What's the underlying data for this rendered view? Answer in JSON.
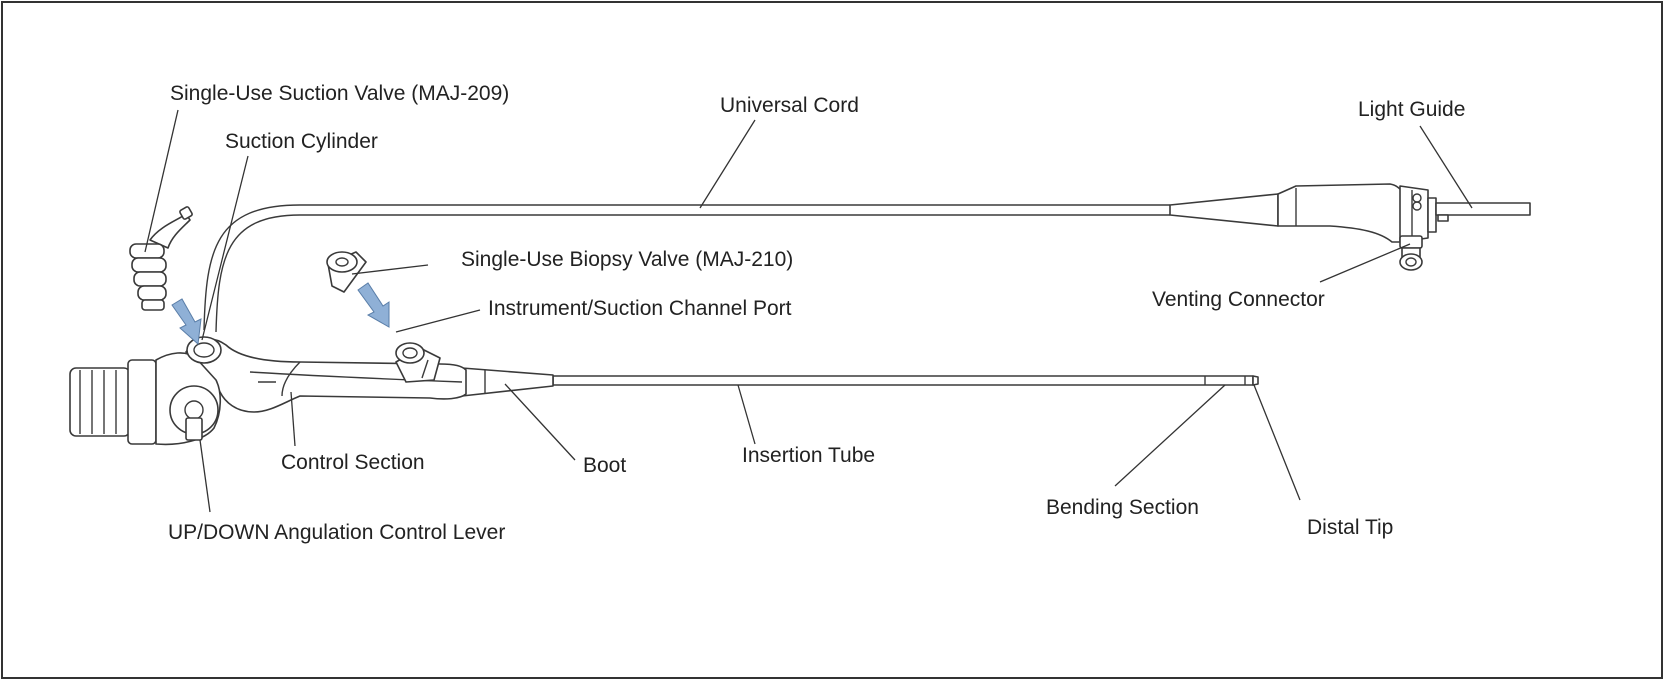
{
  "labels": {
    "suction_valve": "Single-Use Suction Valve (MAJ-209)",
    "suction_cylinder": "Suction Cylinder",
    "universal_cord": "Universal Cord",
    "light_guide": "Light Guide",
    "biopsy_valve": "Single-Use Biopsy Valve (MAJ-210)",
    "channel_port": "Instrument/Suction Channel Port",
    "venting_connector": "Venting Connector",
    "control_section": "Control Section",
    "boot": "Boot",
    "insertion_tube": "Insertion Tube",
    "bending_section": "Bending Section",
    "distal_tip": "Distal Tip",
    "angulation_lever": "UP/DOWN Angulation Control Lever"
  },
  "colors": {
    "arrow_fill": "#8fb0d6",
    "line": "#3a3a3a",
    "frame": "#333333"
  }
}
